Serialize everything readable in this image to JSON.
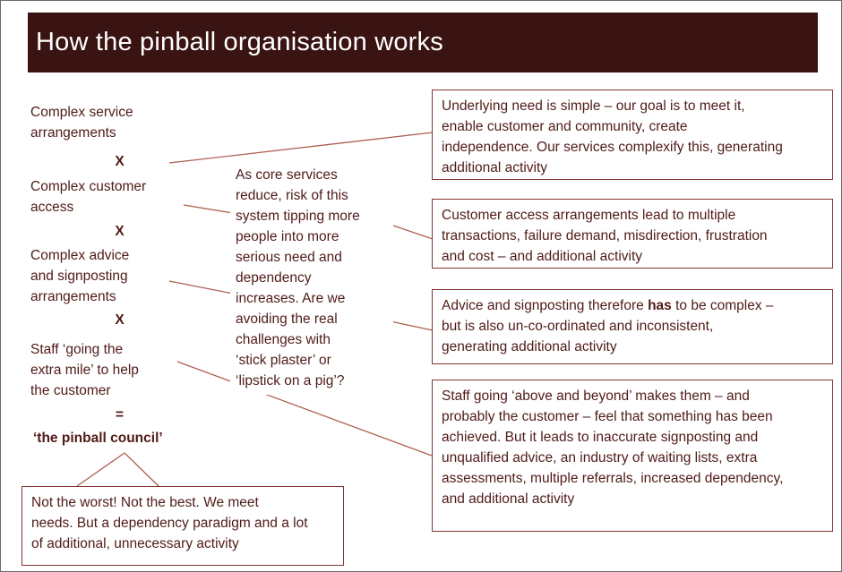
{
  "slide": {
    "title": "How the pinball organisation works"
  },
  "left_column": {
    "item1": "Complex service\narrangements",
    "item2": "Complex customer\naccess",
    "item3": "Complex advice\nand signposting\narrangements",
    "item4": "Staff ‘going the\nextra mile’ to help\nthe customer",
    "operator": "X",
    "equals": "=",
    "result": "‘the pinball council’"
  },
  "middle_note": "As core services\nreduce, risk of this\nsystem tipping more\npeople into more\nserious need and\ndependency\nincreases. Are we\navoiding the real\nchallenges with\n‘stick plaster’ or\n‘lipstick on a pig’?",
  "callouts": [
    {
      "text": "Underlying need is simple – our goal is to meet it,\nenable customer and community, create\nindependence. Our services complexify this, generating\nadditional activity"
    },
    {
      "text": "Customer access arrangements lead to multiple\ntransactions, failure demand, misdirection, frustration\nand cost – and additional activity"
    },
    {
      "text_pre": "Advice and signposting therefore ",
      "text_bold": "has",
      "text_post": " to be complex –\nbut is also un-co-ordinated and inconsistent,\ngenerating additional activity"
    },
    {
      "text": "Staff going ‘above and beyond’ makes them – and\nprobably the customer – feel that something has been\nachieved. But it leads to inaccurate signposting and\nunqualified advice, an industry of waiting lists, extra\nassessments, multiple referrals, increased dependency,\nand additional activity"
    }
  ],
  "footer_note": "Not the worst! Not the best. We meet\nneeds. But a dependency paradigm and a lot\nof additional, unnecessary activity",
  "colors": {
    "title_bar_bg": "#3a1412",
    "title_text": "#ffffff",
    "body_text": "#4f1b18",
    "connector_line": "#ae5f51",
    "box_border": "#823432",
    "slide_bg": "#ffffff"
  }
}
